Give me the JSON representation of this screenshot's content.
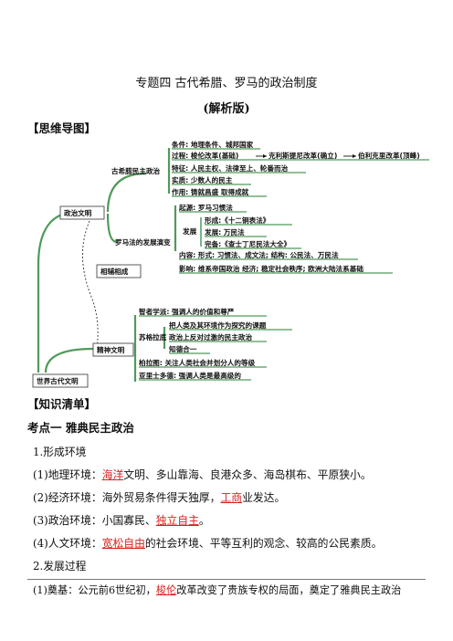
{
  "title": {
    "main": "专题四  古代希腊、罗马的政治制度",
    "sub": "(解析版)"
  },
  "sections": {
    "mindmap": "【思维导图】",
    "knowledge": "【知识清单】"
  },
  "mindmap": {
    "root": "世界古代文明",
    "politics": "政治文明",
    "spirit": "精神文明",
    "link": "相辅相成",
    "greek": {
      "label": "古希腊民主政治",
      "items": {
        "condition": "条件: 地理条件、城邦国家",
        "process_a": "过程: 梭伦改革(基础)",
        "process_b": "克利斯提尼改革(确立)",
        "process_c": "伯利克里改革(顶峰)",
        "feature": "特征: 人民主权、法律至上、轮番而治",
        "essence": "实质: 少数人的民主",
        "effect": "作用: 铸就昌盛   取得成就"
      }
    },
    "roman": {
      "label": "罗马法的发展演变",
      "origin": "起源: 罗马习惯法",
      "develop": "发展",
      "form": "形成:《十二铜表法》",
      "develop2": "发展: 万民法",
      "complete": "完备:《查士丁尼民法大全》",
      "content": "内容: 形式: 习惯法、成文法; 结构: 公民法、万民法",
      "impact": "影响: 维系帝国政治   经济; 稳定社会秩序; 欧洲大陆法系基础"
    },
    "spirit_items": {
      "sophist": "智者学派: 强调人的价值和尊严",
      "socrates": "苏格拉底",
      "s1": "把人类及其环境作为探究的课题",
      "s2": "政治上反对过激的民主政治",
      "s3": "知德合一",
      "plato": "柏拉图: 关注人类社会并划分人的等级",
      "aristotle": "亚里士多德: 强调人类是最高级的"
    }
  },
  "knowledge": {
    "point1": "考点一   雅典民主政治",
    "h1": "1.形成环境",
    "l1": {
      "pre": "(1)地理环境：",
      "red": "海洋",
      "post": "文明、多山靠海、良港众多、海岛棋布、平原狭小。"
    },
    "l2": {
      "pre": "(2)经济环境：海外贸易条件得天独厚，",
      "red": "工商",
      "post": "业发达。"
    },
    "l3": {
      "pre": "(3)政治环境：小国寡民、",
      "red": "独立自主",
      "post": "。"
    },
    "l4": {
      "pre": "(4)人文环境：",
      "red": "宽松自由",
      "post": "的社会环境、平等互利的观念、较高的公民素质。"
    },
    "h2": "2.发展过程",
    "l5": {
      "pre": "(1)奠基：公元前6世纪初，",
      "red": "梭伦",
      "post": "改革改变了贵族专权的局面，奠定了雅典民主政治"
    }
  },
  "colors": {
    "green": "#4f9a5a",
    "red": "#d81e1e"
  }
}
